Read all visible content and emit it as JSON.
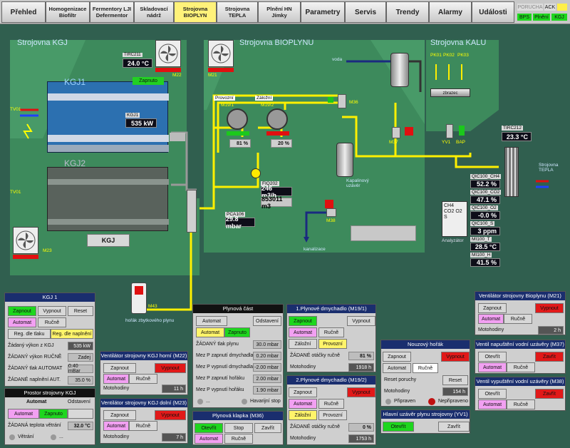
{
  "nav": [
    {
      "label": "Přehled",
      "active": false
    },
    {
      "label": "Homogenizace Biofiltr",
      "active": false
    },
    {
      "label": "Fermentory LJI Defermentor",
      "active": false
    },
    {
      "label": "Skladovací nádrž",
      "active": false
    },
    {
      "label": "Strojovna BIOPLYN",
      "active": true
    },
    {
      "label": "Strojovna TEPLA",
      "active": false
    },
    {
      "label": "Plnění HN Jímky",
      "active": false
    },
    {
      "label": "Parametry",
      "active": false
    },
    {
      "label": "Servis",
      "active": false
    },
    {
      "label": "Trendy",
      "active": false
    },
    {
      "label": "Alarmy",
      "active": false
    },
    {
      "label": "Události",
      "active": false
    }
  ],
  "status": {
    "porucha": "PORUCHA",
    "ack": "ACK",
    "bps": "BPS",
    "plneni": "Plnění",
    "kgj": "KGJ"
  },
  "scene": {
    "kgj_title": "Strojovna  KGJ",
    "bioplyn_title": "Strojovna BIOPLYNU",
    "kalu_title": "Strojovna KALU",
    "tirc211_label": "TIRC211",
    "tirc211_value": "24.0 °C",
    "m22": "M22",
    "m21": "M21",
    "m23": "M23",
    "m43": "M43",
    "kgj1_title": "KGJ1",
    "kgj1_status": "Zapnuto",
    "kgj1_label": "KGJ1",
    "kgj1_power": "535 kW",
    "kgj2_title": "KGJ2",
    "tv01a": "TV01",
    "tv01b": "TV01",
    "kgj_button": "KGJ",
    "provozni": "Provozní",
    "zalozni": "Záložní",
    "m19_1": "M19/1",
    "m19_2": "M19/2",
    "m19_1_pct": "81 %",
    "m19_2_pct": "20 %",
    "m36": "M36",
    "m37": "M37",
    "m38": "M38",
    "voda": "voda",
    "fiq202": "FIQ202",
    "fiq202_flow": "246 m3/h",
    "fiq202_total": "853011 m3",
    "pca106": "PCA106",
    "pca106_value": "29.8 mbar",
    "kapalinovy": "Kapalinový uzávěr",
    "kanalizace": "kanalizace",
    "horak": "hořák zbytkového plynu",
    "pk01": "PK01",
    "pk02": "PK02",
    "pk03": "PK03",
    "zbrazec": "zbrazec",
    "yv1": "YV1",
    "bap": "BAP",
    "tirc212_label": "TIRC212",
    "tirc212_value": "23.3 °C",
    "strojovna_tepla": "Strojovna TEPLA",
    "analyzator": "Analyzátor",
    "gas_list": "CH4 CO2 O2 S",
    "qic_ch4_label": "QIC100_CH4",
    "qic_ch4": "52.2 %",
    "qic_co2_label": "QIC100_CO2",
    "qic_co2": "47.1 %",
    "qic_o2_label": "QIC100_O2",
    "qic_o2": "-0.0 %",
    "qic_s_label": "QIC100_S",
    "qic_s": "3 ppm",
    "mi100t_label": "MI100_T",
    "mi100t": "28.5 °C",
    "mi100h_label": "MI100_H",
    "mi100h": "41.5 %"
  },
  "panels": {
    "kgj1": {
      "title": "KGJ 1",
      "zapnout": "Zapnout",
      "vypnout": "Vypnout",
      "reset": "Reset",
      "automat": "Automat",
      "rucne": "Ručně",
      "reg_tlak": "Reg. dle tlaku",
      "reg_naplneni": "Reg. dle naplnění",
      "zadany_vykon_label": "Žádaný výkon z KGJ",
      "zadany_vykon": "535 kW",
      "vykon_rucne_label": "ŽÁDANÝ výkon RUČNĚ",
      "vykon_rucne": "Zadej",
      "tlak_automat_label": "ŽÁDANÝ tlak AUTOMAT",
      "tlak_automat": "0.40 mBar",
      "naplneni_label": "ŽÁDANÉ naplnění AUT.",
      "naplneni": "35.0 %"
    },
    "prostor": {
      "title": "Prostor strojovny KGJ",
      "automat": "Automat",
      "zapnuto": "Zapnuto",
      "odstaveni": "Odstavení",
      "teplota_label": "ŽÁDANÁ teplota větrání",
      "teplota": "32.0 °C",
      "vetrani": "Větrání",
      "dots": "..."
    },
    "m22": {
      "title": "Ventilátor strojovny KGJ horní (M22)",
      "zapnout": "Zapnout",
      "vypnout": "Vypnout",
      "automat": "Automat",
      "rucne": "Ručně",
      "moto_label": "Motohodiny",
      "moto": "11 h"
    },
    "m23": {
      "title": "Ventilátor strojovny KGJ dolní (M23)",
      "zapnout": "Zapnout",
      "vypnout": "Vypnout",
      "automat": "Automat",
      "rucne": "Ručně",
      "moto_label": "Motohodiny",
      "moto": "7 h"
    },
    "plyn": {
      "title": "Plynová  část",
      "automat": "Automat",
      "odstaveni": "Odstavení",
      "automat2": "Automat",
      "zapnuto": "Zapnuto",
      "tlak_label": "ŽÁDANÝ tlak plynu",
      "tlak": "30.0 mbar",
      "mez_zap_dm_label": "Mez P zapnutí dmychadla",
      "mez_zap_dm": "0.20 mbar",
      "mez_vyp_dm_label": "Mez P vypnutí dmychadla",
      "mez_vyp_dm": "-2.00 mbar",
      "mez_zap_h_label": "Mez P zapnutí hořáku",
      "mez_zap_h": "2.00 mbar",
      "mez_vyp_h_label": "Mez P vypnutí hořáku",
      "mez_vyp_h": "1.90 mbar",
      "dots": "...",
      "havarijni": "Havarijní stop"
    },
    "m36": {
      "title": "Plynová klapka  (M36)",
      "otevrit": "Otevřít",
      "stop": "Stop",
      "zavrit": "Zavřít",
      "automat": "Automat",
      "rucne": "Ručně"
    },
    "d1": {
      "title": "1.Plynové dmychadlo  (M19/1)",
      "zapnout": "Zapnout",
      "vypnout": "Vypnout",
      "automat": "Automat",
      "rucne": "Ručně",
      "zalozni": "Záložní",
      "provozni": "Provozní",
      "otacky_label": "ŽÁDANÉ otáčky ručně",
      "otacky": "81 %",
      "moto_label": "Motohodiny",
      "moto": "1918 h"
    },
    "d2": {
      "title": "2.Plynové dmychadlo  (M19/2)",
      "zapnout": "Zapnout",
      "vypnout": "Vypnout",
      "automat": "Automat",
      "rucne": "Ručně",
      "zalozni": "Záložní",
      "provozni": "Provozní",
      "otacky_label": "ŽÁDANÉ otáčky ručně",
      "otacky": "0 %",
      "moto_label": "Motohodiny",
      "moto": "1753 h"
    },
    "horak": {
      "title": "Nouzový hořák",
      "zapnout": "Zapnout",
      "vypnout": "Vypnout",
      "automat": "Automat",
      "rucne": "Ručně",
      "reset_label": "Reset poruchy",
      "reset": "Reset",
      "moto_label": "Motohodiny",
      "moto": "154 h",
      "pripraven": "Připraven",
      "nepripraveno": "Nepřipraveno"
    },
    "yv1": {
      "title": "Hlavní uzávěr plynu strojovny (YV1)",
      "otevrit": "Otevřít",
      "zavrit": "Zavřít"
    },
    "m21": {
      "title": "Ventilátor strojovny Bioplynu  (M21)",
      "zapnout": "Zapnout",
      "vypnout": "Vypnout",
      "automat": "Automat",
      "rucne": "Ručně",
      "moto_label": "Motohodiny",
      "moto": "2 h"
    },
    "m37": {
      "title": "Ventil napuštění vodní uzávěry (M37)",
      "otevrit": "Otevřít",
      "zavrit": "Zavřít",
      "automat": "Automat",
      "rucne": "Ručně"
    },
    "m38": {
      "title": "Ventil vypuštění vodní uzávěry (M38)",
      "otevrit": "Otevřít",
      "zavrit": "Zavřít",
      "automat": "Automat",
      "rucne": "Ručně"
    }
  }
}
